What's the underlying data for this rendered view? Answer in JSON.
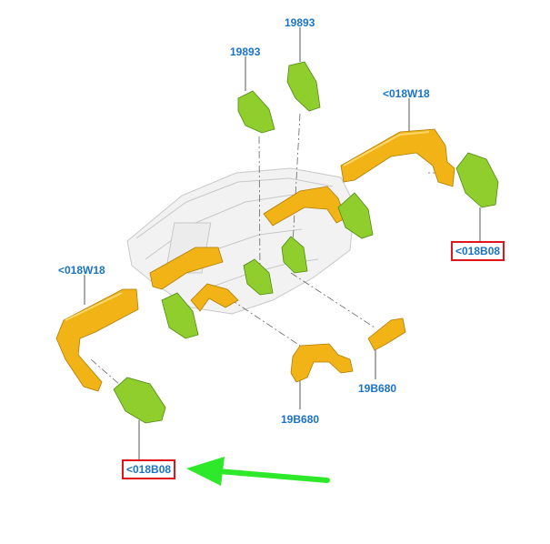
{
  "labels": {
    "top_right_19893": "19893",
    "top_left_19893": "19893",
    "upper_right_018w18": "<018W18",
    "right_018b08": "<018B08",
    "left_018w18": "<018W18",
    "right_19b680": "19B680",
    "center_19b680": "19B680",
    "bottom_018b08": "<018B08"
  },
  "colors": {
    "label": "#1a73c8",
    "highlight_box": "#e0141e",
    "arrow": "#2ee82a",
    "duct": "#f2b317",
    "vent": "#8fce2c",
    "dashboard": "#d9d9d9"
  }
}
